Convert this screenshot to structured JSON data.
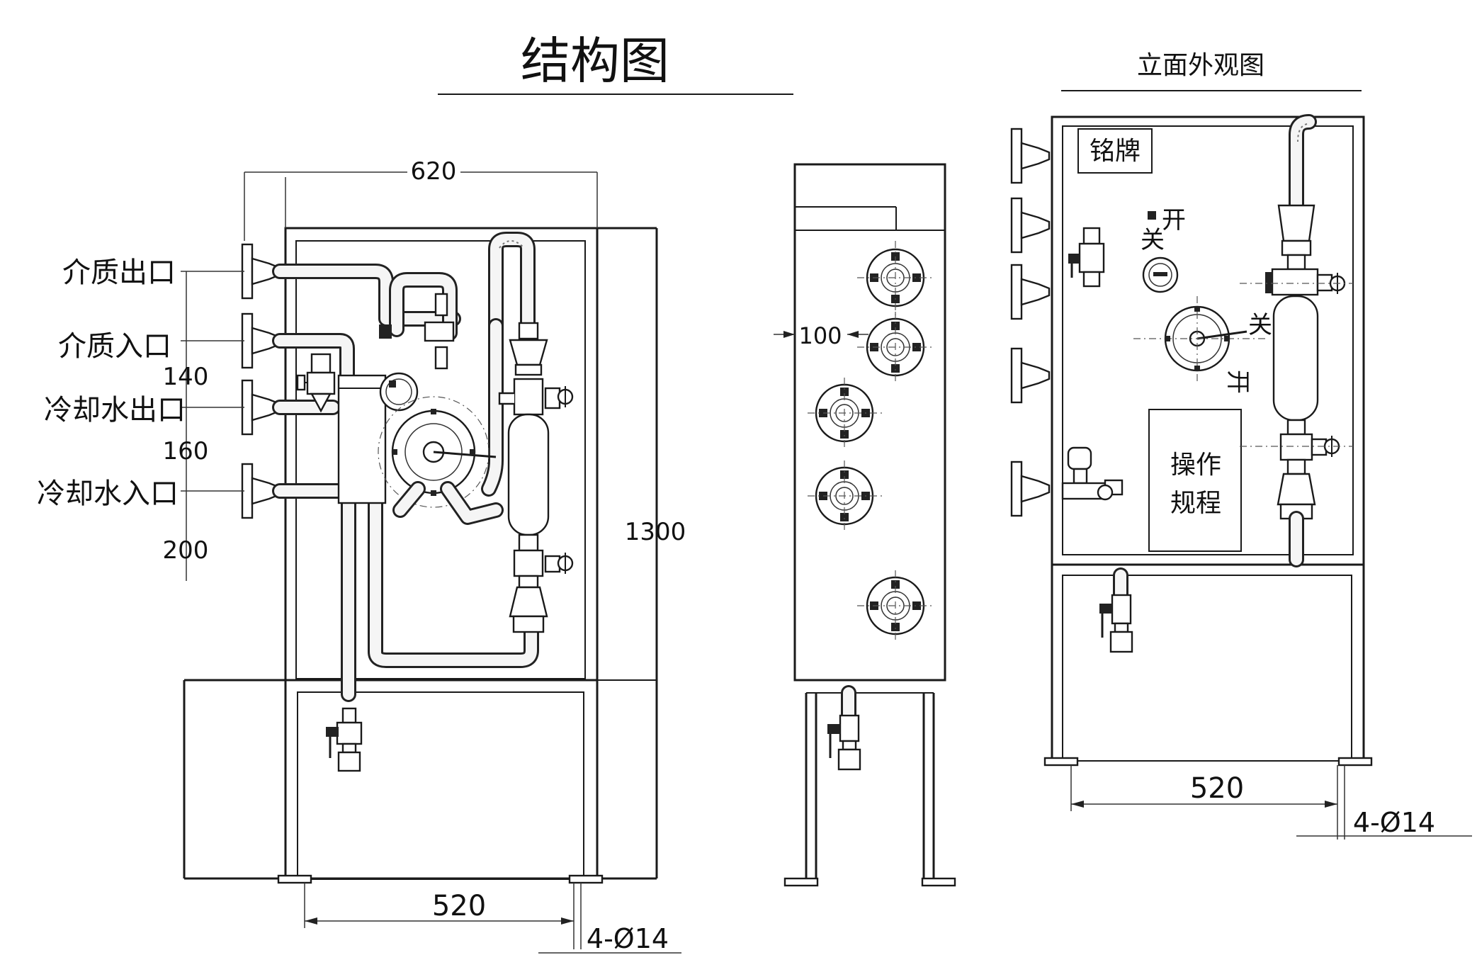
{
  "titles": {
    "structure": "结构图",
    "elevation": "立面外观图"
  },
  "labels": {
    "medium_outlet": "介质出口",
    "medium_inlet": "介质入口",
    "cooling_water_outlet": "冷却水出口",
    "cooling_water_inlet": "冷却水入口",
    "nameplate": "铭牌",
    "operating_rules_line1": "操作",
    "operating_rules_line2": "规程",
    "open_1": "开",
    "close_1": "关",
    "open_2": "开",
    "close_2": "关"
  },
  "dimensions": {
    "width_620": "620",
    "height_1300": "1300",
    "base_520_front": "520",
    "holes_front": "4-Ø14",
    "spacing_140": "140",
    "spacing_160": "160",
    "spacing_200": "200",
    "side_100": "100",
    "base_520_elev": "520",
    "holes_elev": "4-Ø14"
  },
  "colors": {
    "line": "#1a1a1a",
    "background": "#ffffff"
  }
}
